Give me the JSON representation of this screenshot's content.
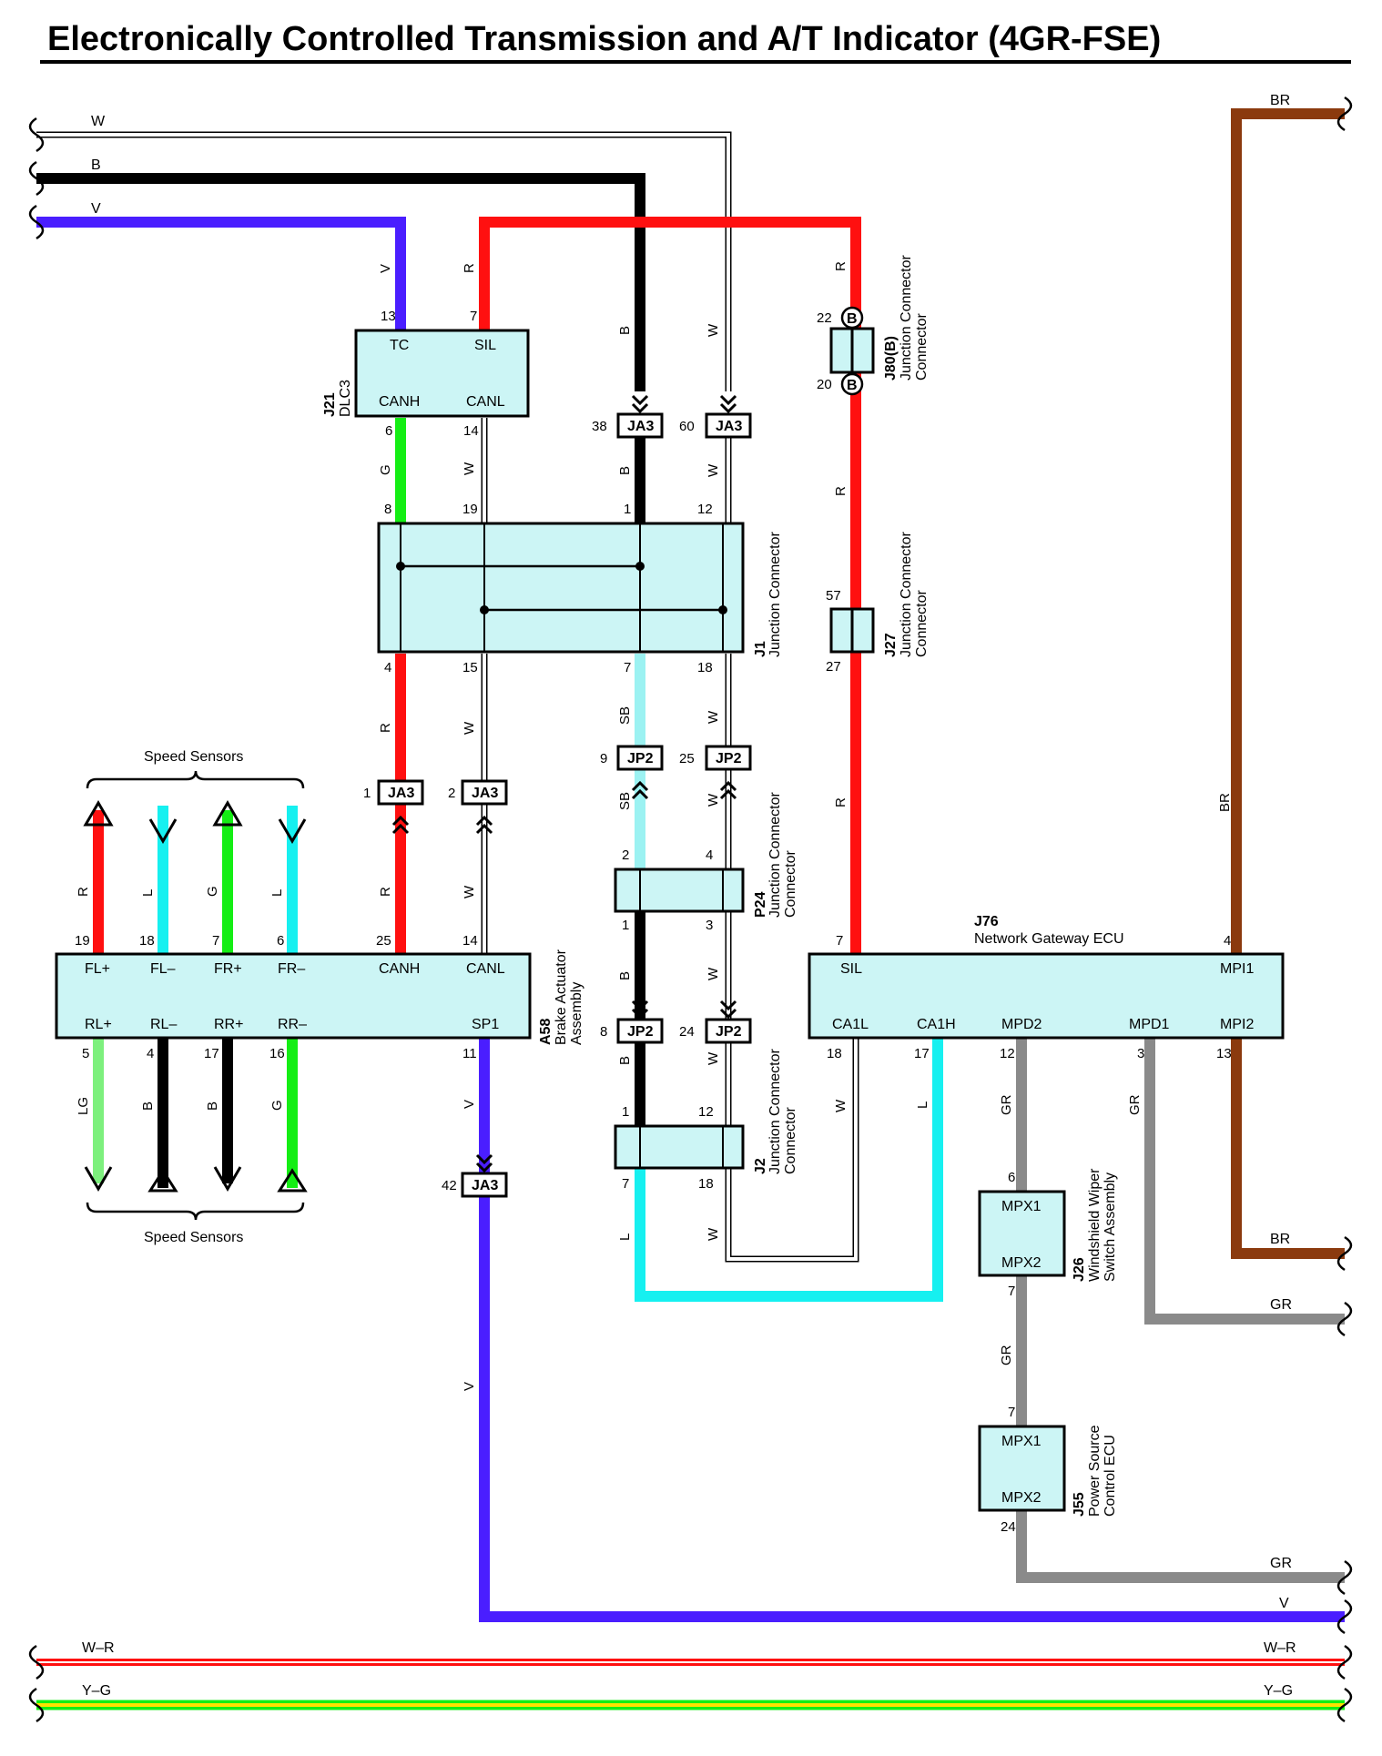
{
  "title": "Electronically Controlled Transmission and A/T Indicator (4GR-FSE)",
  "colors": {
    "W": "#ffffff",
    "B": "#000000",
    "V": "#4a1eff",
    "R": "#ff1010",
    "G": "#14ee14",
    "L": "#16f0f0",
    "LG": "#7df07d",
    "SB": "#9cf2f2",
    "BR": "#8b3a0e",
    "GR": "#8a8a8a",
    "component_fill": "#ccf5f5"
  },
  "side_wires": {
    "top_left": [
      "W",
      "B",
      "V"
    ],
    "top_right": "BR",
    "right": [
      "BR",
      "GR",
      "GR",
      "V"
    ],
    "bottom": [
      "W–R",
      "Y–G"
    ]
  },
  "components": {
    "dlc3": {
      "code": "J21",
      "name": "DLC3",
      "pins": [
        {
          "num": "13",
          "name": "TC",
          "wire": "V"
        },
        {
          "num": "7",
          "name": "SIL",
          "wire": "R"
        },
        {
          "num": "6",
          "name": "CANH",
          "wire": "G"
        },
        {
          "num": "14",
          "name": "CANL",
          "wire": "W"
        }
      ]
    },
    "j1": {
      "code": "J1",
      "name": "Junction Connector",
      "pins_top": [
        "8",
        "19",
        "1",
        "12"
      ],
      "pins_bottom": [
        "4",
        "15",
        "7",
        "18"
      ]
    },
    "j80": {
      "code": "J80(B)",
      "name": "Junction Connector",
      "pins": [
        "22",
        "20"
      ],
      "marker": "B"
    },
    "j27": {
      "code": "J27",
      "name": "Junction Connector",
      "pins": [
        "57",
        "27"
      ]
    },
    "p24": {
      "code": "P24",
      "name": "Junction Connector",
      "pins": [
        "2",
        "4",
        "1",
        "3"
      ]
    },
    "j2": {
      "code": "J2",
      "name": "Junction Connector",
      "pins": [
        "1",
        "12",
        "7",
        "18"
      ]
    },
    "brake": {
      "code": "A58",
      "name": "Brake Actuator Assembly",
      "top_pins": [
        {
          "num": "19",
          "name": "FL+",
          "wire": "R"
        },
        {
          "num": "18",
          "name": "FL–",
          "wire": "L"
        },
        {
          "num": "7",
          "name": "FR+",
          "wire": "G"
        },
        {
          "num": "6",
          "name": "FR–",
          "wire": "L"
        },
        {
          "num": "25",
          "name": "CANH",
          "wire": "R"
        },
        {
          "num": "14",
          "name": "CANL",
          "wire": "W"
        }
      ],
      "bottom_pins": [
        {
          "num": "5",
          "name": "RL+",
          "wire": "LG"
        },
        {
          "num": "4",
          "name": "RL–",
          "wire": "B"
        },
        {
          "num": "17",
          "name": "RR+",
          "wire": "B"
        },
        {
          "num": "16",
          "name": "RR–",
          "wire": "G"
        },
        {
          "num": "11",
          "name": "SP1",
          "wire": "V"
        }
      ]
    },
    "gateway": {
      "code": "J76",
      "name": "Network Gateway ECU",
      "top_pins": [
        {
          "num": "7",
          "name": "SIL"
        },
        {
          "num": "4",
          "name": "MPI1"
        }
      ],
      "bottom_pins": [
        {
          "num": "18",
          "name": "CA1L",
          "wire": "W"
        },
        {
          "num": "17",
          "name": "CA1H",
          "wire": "L"
        },
        {
          "num": "12",
          "name": "MPD2",
          "wire": "GR"
        },
        {
          "num": "3",
          "name": "MPD1",
          "wire": "GR"
        },
        {
          "num": "13",
          "name": "MPI2"
        }
      ]
    },
    "wiper": {
      "code": "J26",
      "name": "Windshield Wiper Switch Assembly",
      "pins": [
        {
          "num": "6",
          "name": "MPX1"
        },
        {
          "num": "7",
          "name": "MPX2"
        }
      ]
    },
    "power": {
      "code": "J55",
      "name": "Power Source Control ECU",
      "pins": [
        {
          "num": "7",
          "name": "MPX1"
        },
        {
          "num": "24",
          "name": "MPX2"
        }
      ]
    }
  },
  "inline_connectors": {
    "ja3_38": {
      "label": "JA3",
      "pin": "38"
    },
    "ja3_60": {
      "label": "JA3",
      "pin": "60"
    },
    "ja3_1": {
      "label": "JA3",
      "pin": "1"
    },
    "ja3_2": {
      "label": "JA3",
      "pin": "2"
    },
    "ja3_42": {
      "label": "JA3",
      "pin": "42"
    },
    "jp2_9": {
      "label": "JP2",
      "pin": "9"
    },
    "jp2_25": {
      "label": "JP2",
      "pin": "25"
    },
    "jp2_8": {
      "label": "JP2",
      "pin": "8"
    },
    "jp2_24": {
      "label": "JP2",
      "pin": "24"
    }
  },
  "speed_sensors_label": "Speed Sensors"
}
